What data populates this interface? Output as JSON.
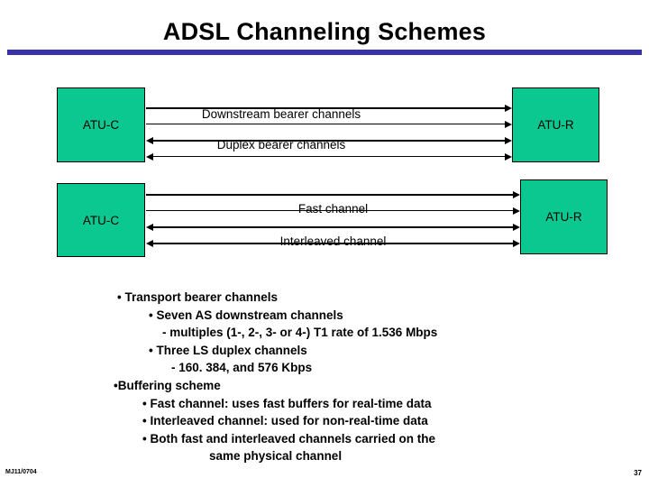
{
  "slide": {
    "title": "ADSL Channeling Schemes",
    "accent_color": "#3A32AA",
    "node_color": "#0BC891",
    "background_color": "#FFFFFF"
  },
  "diagram1": {
    "name": "bearer-channels-diagram",
    "left_node": "ATU-C",
    "right_node": "ATU-R",
    "labels": {
      "downstream": "Downstream bearer channels",
      "duplex": "Duplex bearer channels"
    },
    "connections": [
      {
        "label": "",
        "direction": "right"
      },
      {
        "label": "Downstream bearer channels",
        "direction": "right"
      },
      {
        "label": "",
        "direction": "both"
      },
      {
        "label": "Duplex bearer channels",
        "direction": "both"
      }
    ]
  },
  "diagram2": {
    "name": "buffering-channels-diagram",
    "left_node": "ATU-C",
    "right_node": "ATU-R",
    "labels": {
      "fast": "Fast channel",
      "interleaved": "Interleaved channel"
    },
    "connections": [
      {
        "label": "",
        "direction": "right"
      },
      {
        "label": "Fast channel",
        "direction": "right"
      },
      {
        "label": "",
        "direction": "both"
      },
      {
        "label": "Interleaved channel",
        "direction": "both"
      }
    ]
  },
  "body": {
    "lines": [
      {
        "text": "• Transport bearer channels",
        "indent": 130
      },
      {
        "text": "• Seven AS downstream channels",
        "indent": 165
      },
      {
        "text": "- multiples (1-, 2-, 3- or 4-) T1 rate of 1.536 Mbps",
        "indent": 180
      },
      {
        "text": "• Three LS duplex channels",
        "indent": 165
      },
      {
        "text": "- 160. 384, and 576 Kbps",
        "indent": 190
      },
      {
        "text": "•Buffering scheme",
        "indent": 126
      },
      {
        "text": "• Fast channel: uses fast buffers for real-time data",
        "indent": 158
      },
      {
        "text": "• Interleaved channel: used for non-real-time data",
        "indent": 158
      },
      {
        "text": "• Both fast and interleaved channels carried on the",
        "indent": 158
      },
      {
        "text": "same physical channel",
        "indent": 232
      }
    ]
  },
  "footer": {
    "code": "MJ11/0704",
    "page_number": "37"
  }
}
